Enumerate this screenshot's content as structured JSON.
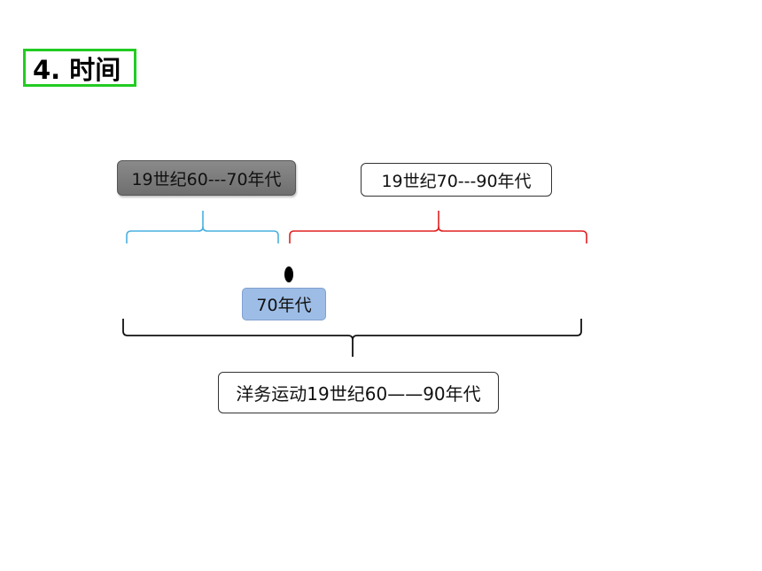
{
  "title": "4. 时间",
  "labels": {
    "period_early": "19世纪60---70年代",
    "period_late": "19世纪70---90年代",
    "turning_point": "70年代",
    "overall": "洋务运动19世纪60——90年代"
  },
  "colors": {
    "title_border": "#22cc22",
    "brace_early": "#4ab0e0",
    "brace_late": "#e02020",
    "brace_overall": "#111111",
    "box_gray": "#7a7a7a",
    "box_blue": "#9dbde6"
  }
}
